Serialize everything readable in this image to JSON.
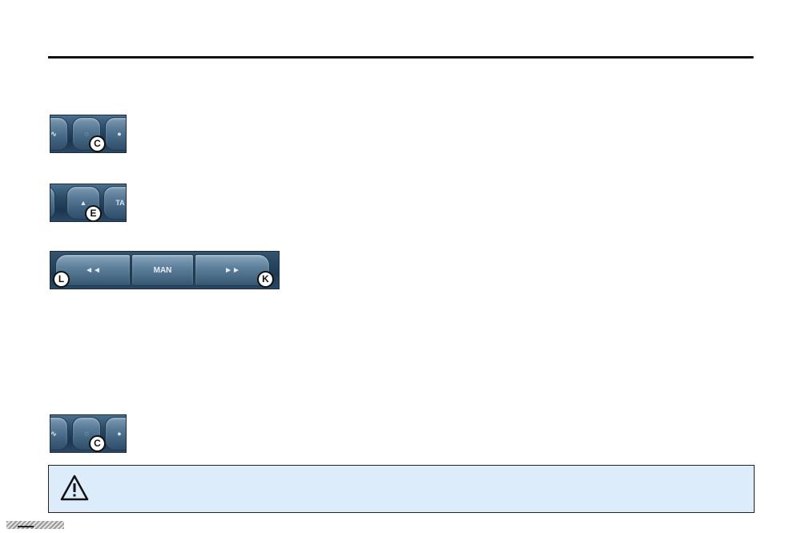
{
  "figures": {
    "fig1": {
      "marker": "C",
      "center_glyph": "◌"
    },
    "fig2": {
      "marker": "E",
      "eject_glyph": "▲",
      "ta_label": "TA"
    },
    "fig3": {
      "left_marker": "L",
      "right_marker": "K",
      "rewind_label": "◄◄",
      "man_label": "MAN",
      "forward_label": "►►"
    },
    "fig4": {
      "marker": "C",
      "center_glyph": "◌"
    }
  },
  "warning": {
    "icon": "warning-triangle-icon"
  },
  "colors": {
    "panel_dark": "#1c3550",
    "key_blue": "#587a97",
    "warning_bg": "#dcecfa"
  }
}
